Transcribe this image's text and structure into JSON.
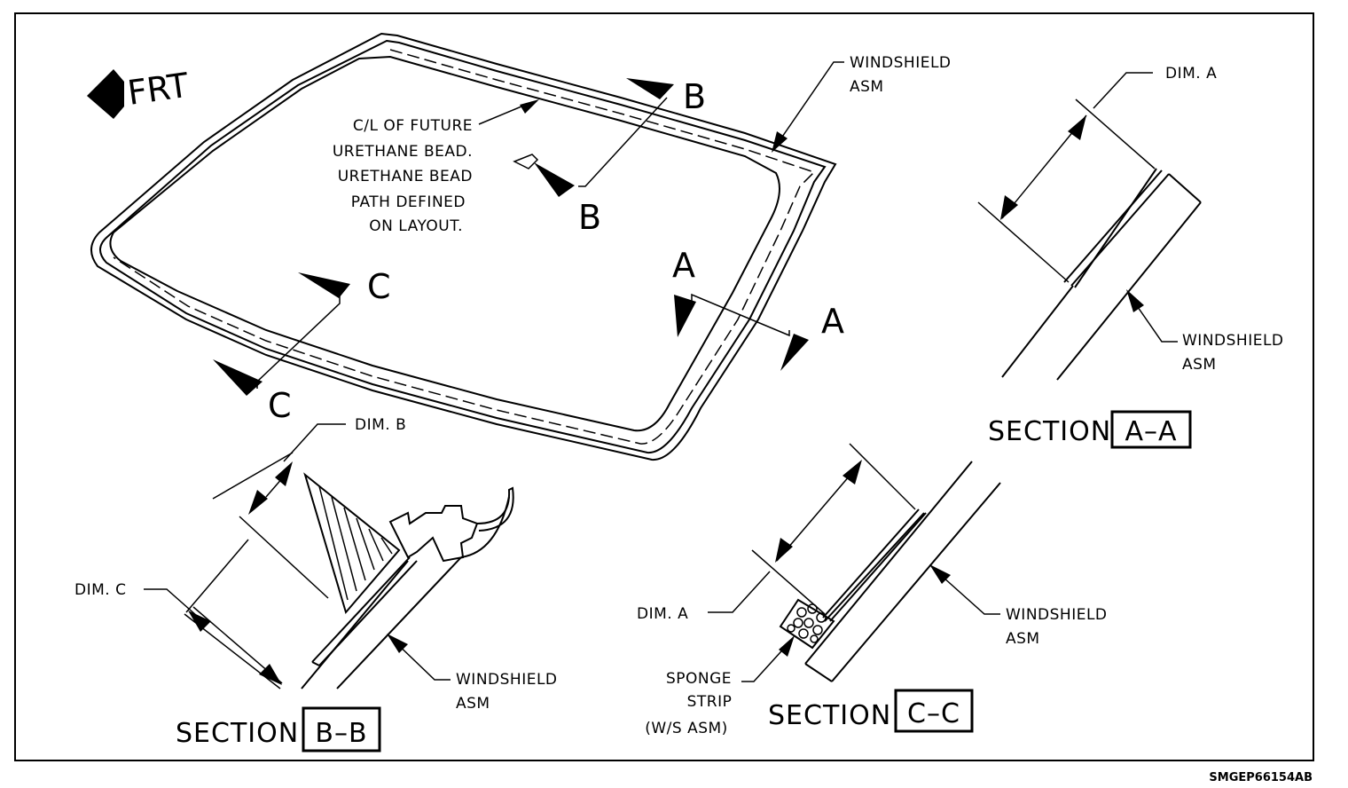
{
  "front_label": "FRT",
  "windshield_label_line1": "WINDSHIELD",
  "windshield_label_line2": "ASM",
  "urethane_note": [
    "C/L OF FUTURE",
    "URETHANE BEAD.",
    "URETHANE BEAD",
    "PATH DEFINED",
    "ON LAYOUT."
  ],
  "section_markers": {
    "a": "A",
    "b": "B",
    "c": "C"
  },
  "dimensions": {
    "dim_a": "DIM. A",
    "dim_b": "DIM. B",
    "dim_c": "DIM. C"
  },
  "sponge_strip": [
    "SPONGE",
    "STRIP",
    "(W/S ASM)"
  ],
  "section_word": "SECTION",
  "section_ids": {
    "aa": "A–A",
    "bb": "B–B",
    "cc": "C–C"
  },
  "figure_code": "SMGEP66154AB"
}
